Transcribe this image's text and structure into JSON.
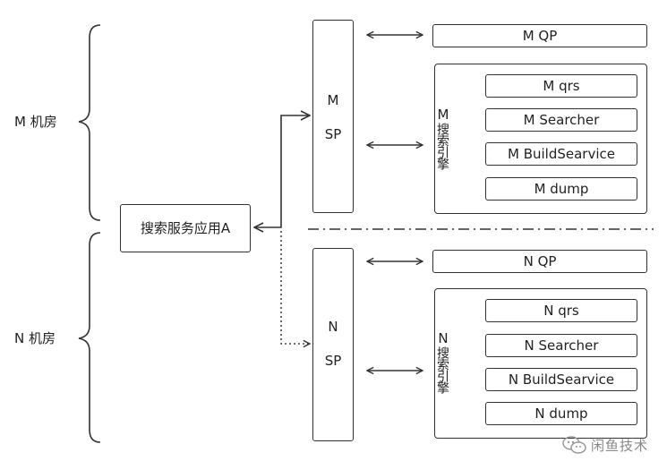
{
  "room_m": {
    "label": "M 机房"
  },
  "room_n": {
    "label": "N 机房"
  },
  "app": {
    "label": "搜索服务应用A"
  },
  "m_cluster": {
    "sp_letter": "M",
    "sp_label": "SP",
    "qp_label": "M QP",
    "engine_letter": "M",
    "engine_label": "搜索引擎",
    "modules": [
      "M qrs",
      "M Searcher",
      "M BuildSearvice",
      "M dump"
    ]
  },
  "n_cluster": {
    "sp_letter": "N",
    "sp_label": "SP",
    "qp_label": "N QP",
    "engine_letter": "N",
    "engine_label": "搜索引擎",
    "modules": [
      "N qrs",
      "N Searcher",
      "N BuildSearvice",
      "N dump"
    ]
  },
  "watermark": {
    "text": "闲鱼技术",
    "icon": "wechat-icon"
  }
}
